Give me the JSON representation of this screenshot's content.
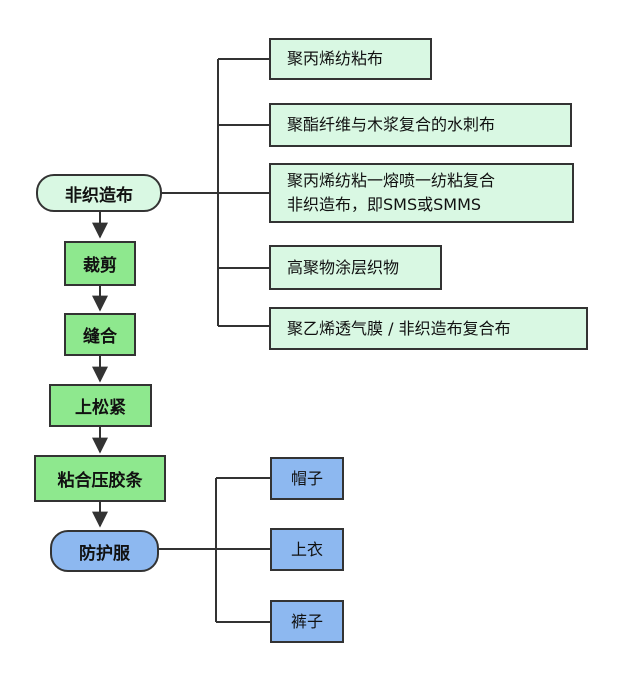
{
  "flow": {
    "start": "非织造布",
    "steps": [
      "裁剪",
      "缝合",
      "上松紧",
      "粘合压胶条"
    ],
    "end": "防护服"
  },
  "materials": [
    "聚丙烯纺粘布",
    "聚酯纤维与木浆复合的水刺布",
    "聚丙烯纺粘一熔喷一纺粘复合",
    "非织造布，即SMS或SMMS",
    "高聚物涂层织物",
    "聚乙烯透气膜 / 非织造布复合布"
  ],
  "products": [
    "帽子",
    "上衣",
    "裤子"
  ],
  "colors": {
    "step_fill": "#8ee88e",
    "material_fill": "#d9f8e3",
    "product_fill": "#8db8f0",
    "line": "#333333"
  }
}
